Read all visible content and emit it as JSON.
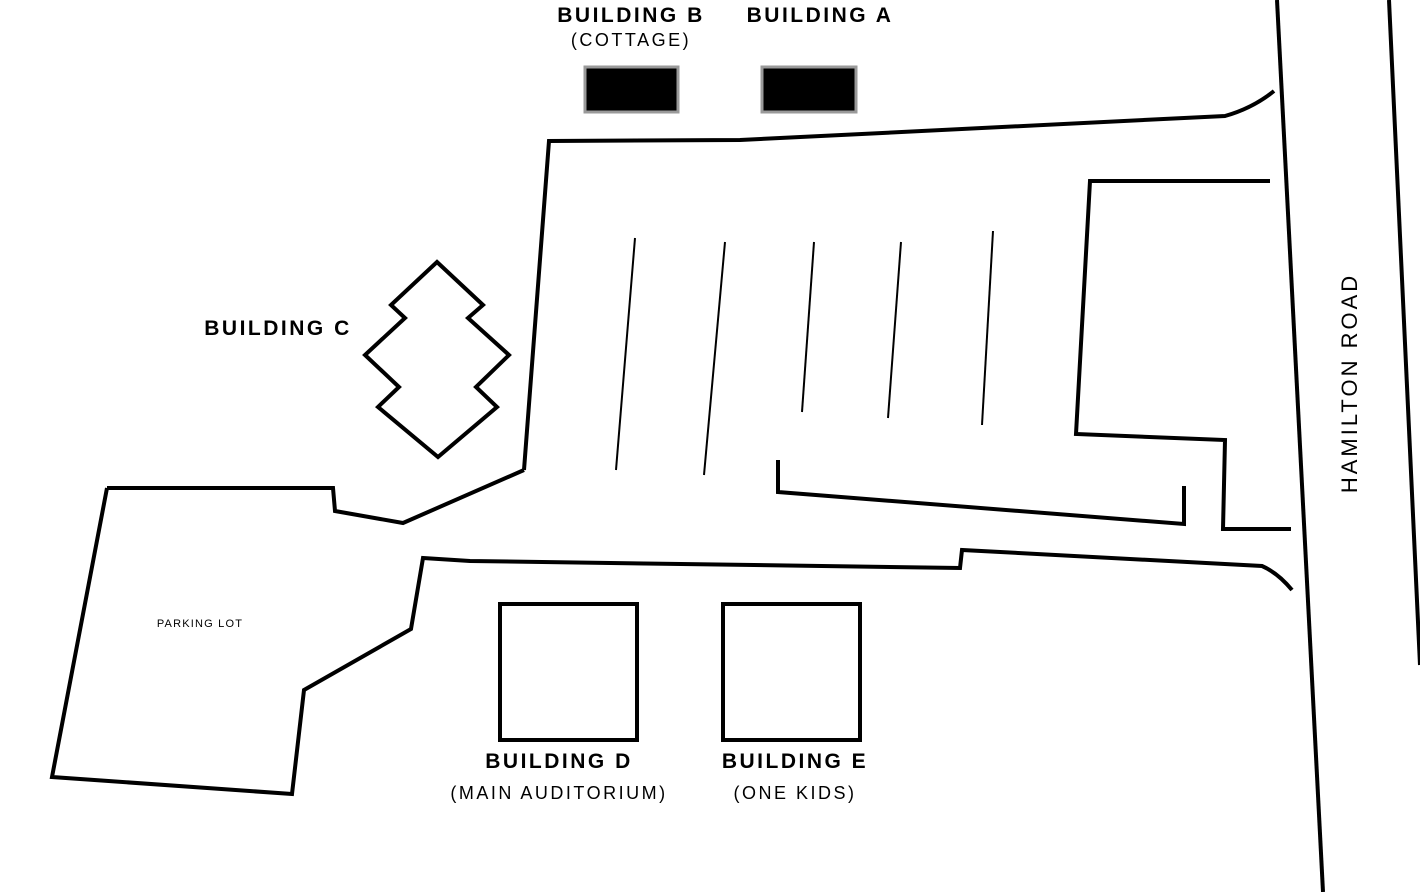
{
  "map": {
    "buildings": {
      "a": {
        "name": "BUILDING A"
      },
      "b": {
        "name": "BUILDING B",
        "subtitle": "(COTTAGE)"
      },
      "c": {
        "name": "BUILDING C"
      },
      "d": {
        "name": "BUILDING D",
        "subtitle": "(MAIN AUDITORIUM)"
      },
      "e": {
        "name": "BUILDING E",
        "subtitle": "(ONE KIDS)"
      }
    },
    "parking_lot": {
      "label": "PARKING LOT"
    },
    "road": {
      "label": "HAMILTON ROAD"
    }
  },
  "colors": {
    "line": "#000000",
    "building_fill": "#000000",
    "building_border": "#9a9a9a",
    "background": "#ffffff"
  }
}
